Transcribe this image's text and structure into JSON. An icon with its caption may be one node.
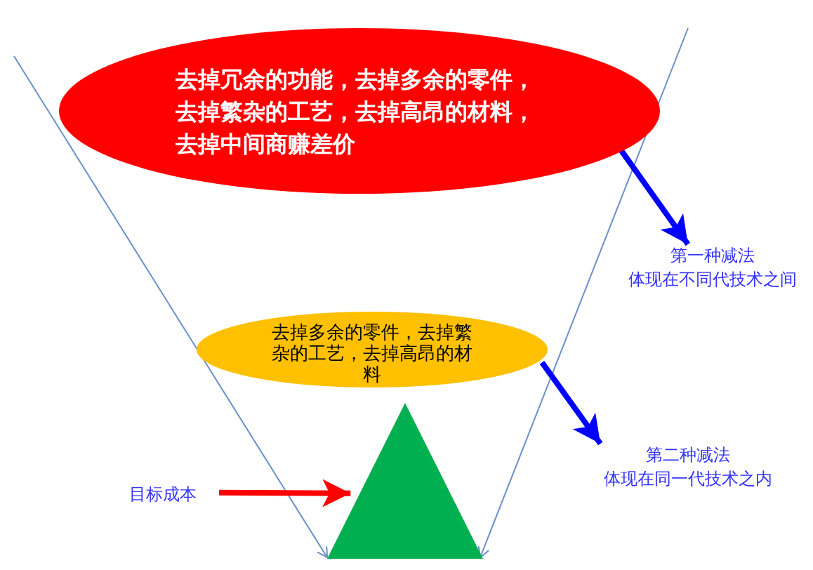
{
  "diagram": {
    "nodes": [
      {
        "text": [
          "去掉冗余的功能，去掉多余的零件，去掉繁杂的工艺，去掉高昂的材料，去掉中间商赚差价"
        ]
      },
      {
        "text": [
          "第一种减法",
          "体现在不同代技术之间"
        ]
      },
      {
        "text": [
          "去掉多余的零件，去掉繁杂的工艺，去掉高昂的材料"
        ]
      },
      {
        "text": [
          "第二种减法",
          "体现在同一代技术之内"
        ]
      },
      {
        "text": [
          "目标成本"
        ]
      },
      {
        "text": [],
        "shape": "triangle"
      }
    ],
    "edges": [
      {
        "from": 0,
        "to": 1,
        "arrow": "to"
      },
      {
        "from": 2,
        "to": 3,
        "arrow": "to"
      },
      {
        "from": 4,
        "to": 5,
        "arrow": "to",
        "color": "#ff0000"
      }
    ]
  }
}
